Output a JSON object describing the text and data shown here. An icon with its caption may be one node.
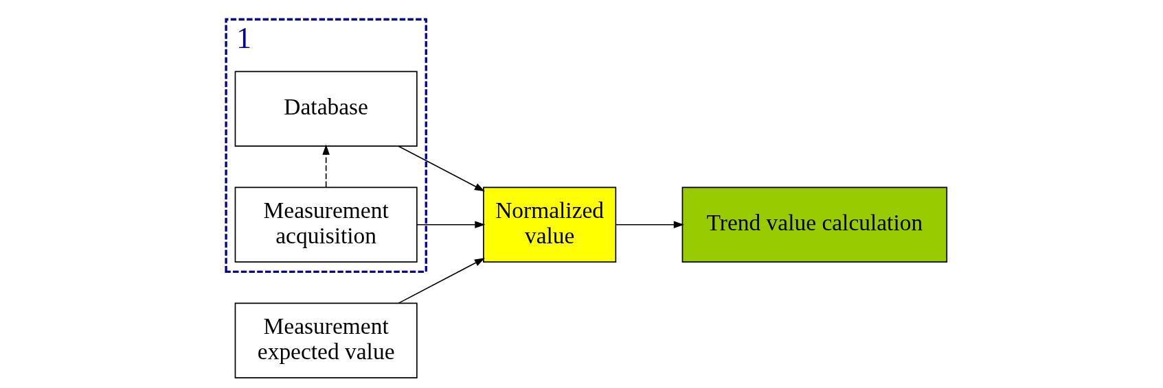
{
  "diagram": {
    "nodes": [
      {
        "text": [
          "1"
        ]
      },
      {
        "text": [
          "Measurement acquisition"
        ],
        "in": 0
      },
      {
        "text": [
          "Database"
        ],
        "in": 0
      },
      {
        "text": [
          "Normalized value"
        ]
      },
      {
        "text": [
          "Trend value calculation"
        ]
      },
      {
        "text": [
          "Measurement expected value"
        ]
      }
    ],
    "edges": [
      {
        "from": 1,
        "to": 2,
        "arrow": "to",
        "style": "dashed"
      },
      {
        "from": 1,
        "to": 3,
        "arrow": "to"
      },
      {
        "from": 2,
        "to": 3,
        "arrow": "to"
      },
      {
        "from": 3,
        "to": 4,
        "arrow": "to"
      },
      {
        "from": 5,
        "to": 3,
        "arrow": "to"
      }
    ]
  }
}
